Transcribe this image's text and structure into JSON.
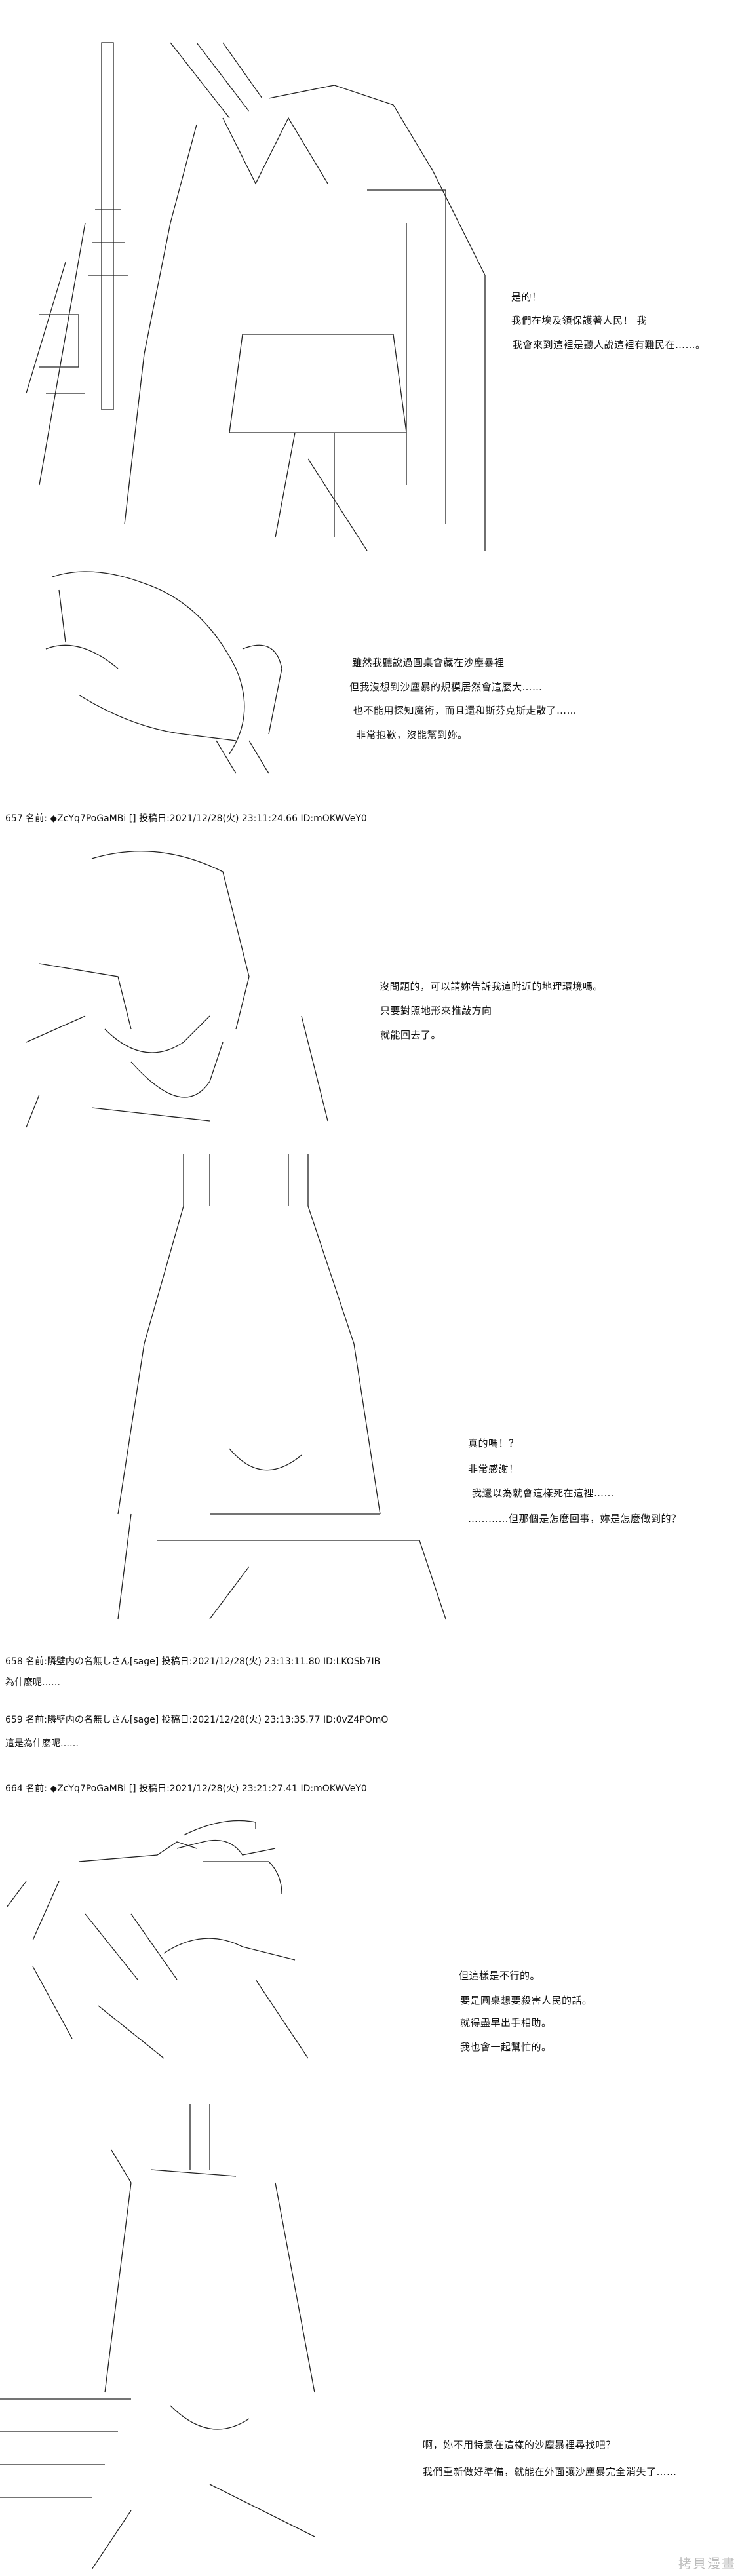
{
  "posts": [
    {
      "id": "p1",
      "dialog": [
        "是的！",
        "我們在埃及領保護著人民！ 我",
        "我會來到這裡是聽人說這裡有難民在……。"
      ]
    },
    {
      "id": "p2",
      "dialog": [
        "雖然我聽說過圓桌會藏在沙塵暴裡",
        "但我沒想到沙塵暴的規模居然會這麼大……",
        "也不能用探知魔術，而且還和斯芬克斯走散了……",
        "非常抱歉，沒能幫到妳。"
      ]
    },
    {
      "id": "p657",
      "header": "657 名前: ◆ZcYq7PoGaMBi [] 投稿日:2021/12/28(火) 23:11:24.66 ID:mOKWVeY0",
      "dialog": [
        "沒問題的，可以請妳告訴我這附近的地理環境嗎。",
        "只要對照地形來推敲方向",
        "就能回去了。"
      ]
    },
    {
      "id": "p657b",
      "dialog": [
        "真的嗎！？",
        "非常感謝！",
        "我還以為就會這樣死在這裡……",
        "…………但那個是怎麼回事，妳是怎麼做到的？"
      ]
    },
    {
      "id": "p658",
      "header": "658 名前:隣壁内の名無しさん[sage] 投稿日:2021/12/28(火) 23:13:11.80 ID:LKOSb7IB",
      "body": "為什麼呢……"
    },
    {
      "id": "p659",
      "header": "659 名前:隣壁内の名無しさん[sage] 投稿日:2021/12/28(火) 23:13:35.77 ID:0vZ4POmO",
      "body": "這是為什麼呢……"
    },
    {
      "id": "p664",
      "header": "664 名前: ◆ZcYq7PoGaMBi [] 投稿日:2021/12/28(火) 23:21:27.41 ID:mOKWVeY0",
      "dialog": [
        "但這樣是不行的。",
        "要是圓桌想要殺害人民的話。",
        "就得盡早出手相助。",
        "我也會一起幫忙的。"
      ]
    },
    {
      "id": "p664b",
      "dialog": [
        "啊，妳不用特意在這樣的沙塵暴裡尋找吧？",
        "我們重新做好準備，就能在外面讓沙塵暴完全消失了……"
      ]
    }
  ],
  "watermark": "拷貝漫畫"
}
